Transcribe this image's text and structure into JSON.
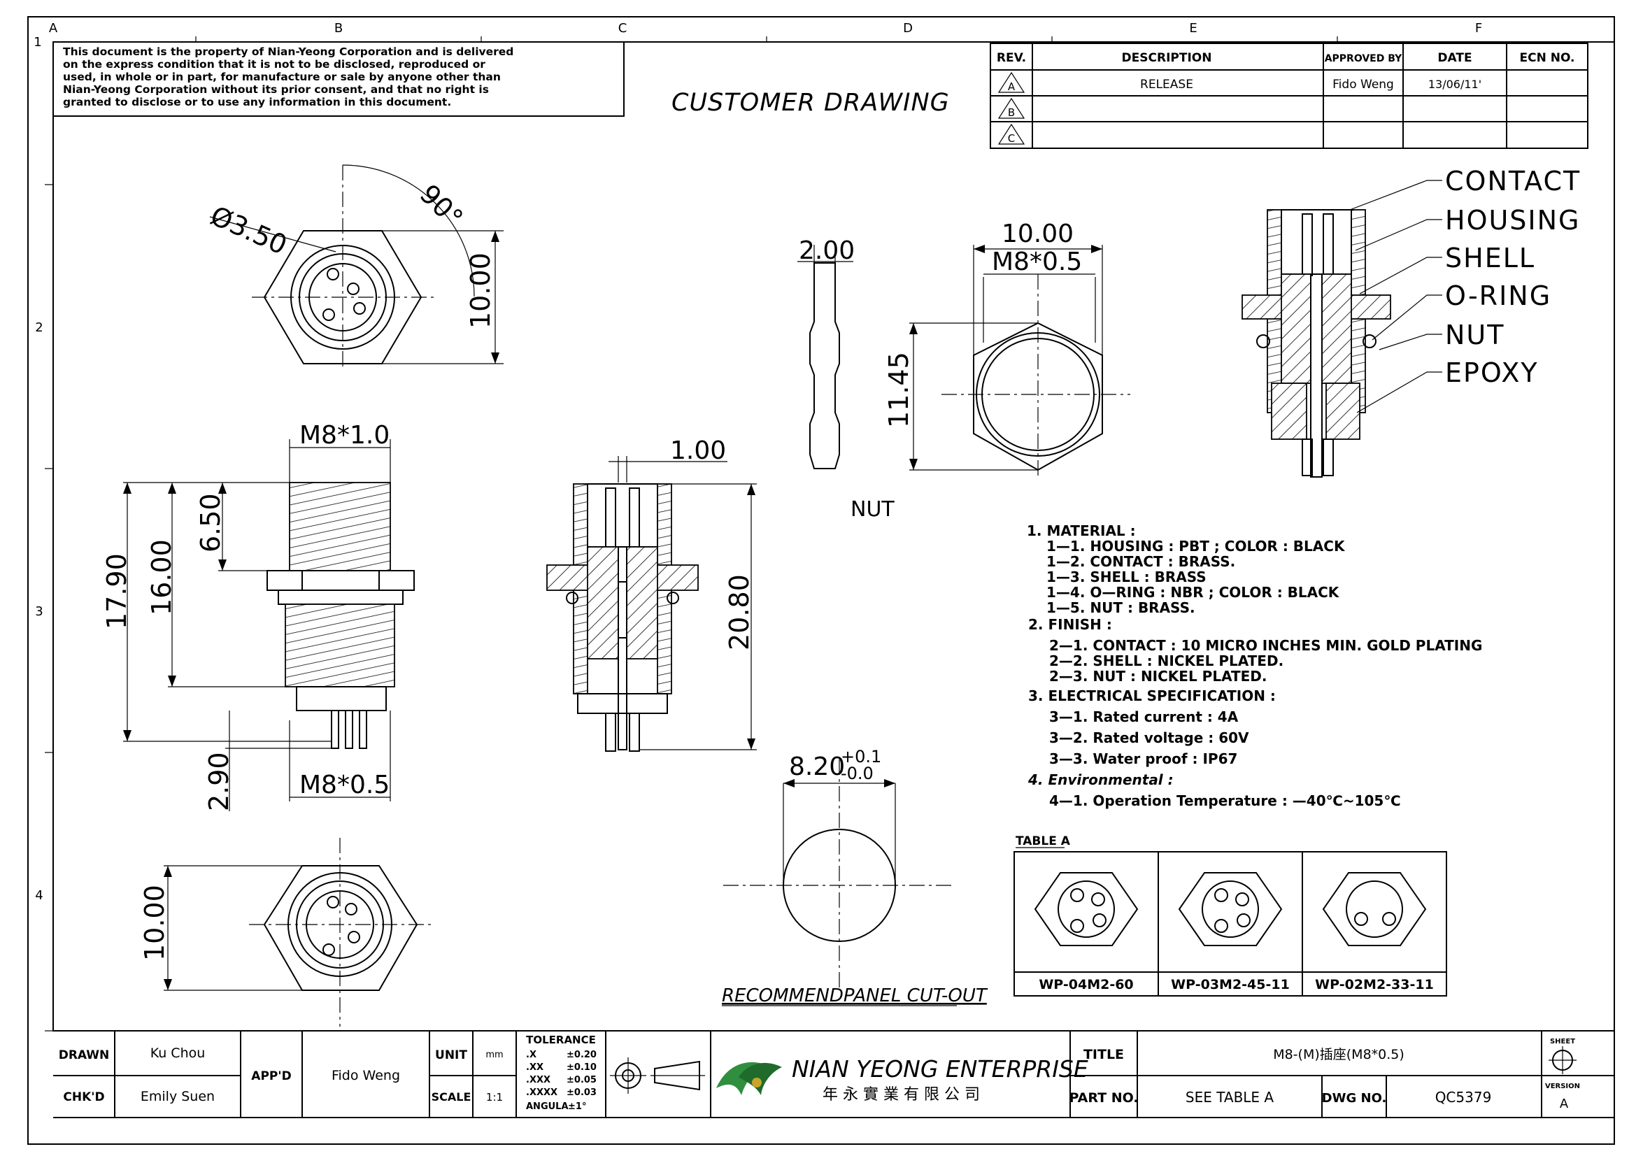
{
  "grid": {
    "cols": [
      "A",
      "B",
      "C",
      "D",
      "E",
      "F"
    ],
    "rows": [
      "1",
      "2",
      "3",
      "4"
    ]
  },
  "notice": [
    "This document is the property of Nian-Yeong Corporation and is delivered",
    "on  the   express condition that it is not to be disclosed, reproduced or",
    "used, in whole or in part, for manufacture or sale by anyone other than",
    "Nian-Yeong Corporation without  its prior consent, and that  no right  is",
    "granted to disclose or to use any information in this  document."
  ],
  "title_main": "CUSTOMER  DRAWING",
  "revision": {
    "headers": [
      "REV.",
      "DESCRIPTION",
      "APPROVED BY",
      "DATE",
      "ECN NO."
    ],
    "rows": [
      {
        "rev": "A",
        "desc": "RELEASE",
        "approved": "Fido  Weng",
        "date": "13/06/11'",
        "ecn": ""
      },
      {
        "rev": "B",
        "desc": "",
        "approved": "",
        "date": "",
        "ecn": ""
      },
      {
        "rev": "C",
        "desc": "",
        "approved": "",
        "date": "",
        "ecn": ""
      }
    ]
  },
  "dimensions": {
    "top_dia": "Ø3.50",
    "top_angle": "90°",
    "top_height": "10.00",
    "side_thread_top": "M8*1.0",
    "side_650": "6.50",
    "side_1790": "17.90",
    "side_1600": "16.00",
    "side_290": "2.90",
    "side_thread_bot": "M8*0.5",
    "sec_100": "1.00",
    "sec_2080": "20.80",
    "nut_thk": "2.00",
    "nut_w": "10.00",
    "nut_thread": "M8*0.5",
    "nut_h": "11.45",
    "nut_label": "NUT",
    "cut_dia": "8.20",
    "cut_tol_up": "+0.1",
    "cut_tol_dn": "-0.0",
    "cut_label": "RECOMMENDPANEL  CUT-OUT",
    "bot_height": "10.00"
  },
  "callouts": [
    "CONTACT",
    "HOUSING",
    "SHELL",
    "O-RING",
    "NUT",
    "EPOXY"
  ],
  "notes": [
    {
      "indent": 0,
      "text": "1.  MATERIAL  :"
    },
    {
      "indent": 1,
      "text": "1—1.  HOUSING  :  PBT  ;  COLOR  :  BLACK"
    },
    {
      "indent": 1,
      "text": "1—2.  CONTACT  :     BRASS."
    },
    {
      "indent": 1,
      "text": "1—3.  SHELL  :  BRASS"
    },
    {
      "indent": 1,
      "text": "1—4.  O—RING  :  NBR  ;  COLOR  :  BLACK"
    },
    {
      "indent": 1,
      "text": "1—5.  NUT  :  BRASS."
    },
    {
      "indent": 0,
      "text": "2.  FINISH  :"
    },
    {
      "indent": 2,
      "text": "2—1.  CONTACT  :  10  MICRO  INCHES  MIN.  GOLD  PLATING"
    },
    {
      "indent": 2,
      "text": "2—2.  SHELL  :  NICKEL  PLATED."
    },
    {
      "indent": 2,
      "text": "2—3.  NUT  :  NICKEL  PLATED."
    },
    {
      "indent": 0,
      "text": "3.  ELECTRICAL  SPECIFICATION  :"
    },
    {
      "indent": 2,
      "text": "3—1.  Rated  current  :  4A"
    },
    {
      "indent": 2,
      "text": "3—2.  Rated  voltage  :  60V"
    },
    {
      "indent": 2,
      "text": "3—3.  Water  proof  :  IP67"
    },
    {
      "indent": 0,
      "text": "4.  Environmental  :"
    },
    {
      "indent": 2,
      "text": "4—1.  Operation  Temperature  :  —40℃~105℃"
    }
  ],
  "table_a": {
    "title": "TABLE A",
    "cells": [
      {
        "label": "WP-04M2-60",
        "pins": 4
      },
      {
        "label": "WP-03M2-45-11",
        "pins": 4
      },
      {
        "label": "WP-02M2-33-11",
        "pins": 2
      }
    ]
  },
  "title_block": {
    "drawn_lbl": "DRAWN",
    "drawn": "Ku Chou",
    "chkd_lbl": "CHK'D",
    "chkd": "Emily Suen",
    "appd_lbl": "APP'D",
    "appd": "Fido Weng",
    "unit_lbl": "UNIT",
    "unit": "mm",
    "scale_lbl": "SCALE",
    "scale": "1:1",
    "tol_title": "TOLERANCE",
    "tol": [
      {
        "k": ".X",
        "v": "±0.20"
      },
      {
        "k": ".XX",
        "v": "±0.10"
      },
      {
        "k": ".XXX",
        "v": "±0.05"
      },
      {
        "k": ".XXXX",
        "v": "±0.03"
      },
      {
        "k": "ANGULA",
        "v": "±1°"
      }
    ],
    "company": "NIAN YEONG ENTERPRISE",
    "company_cn": "年 永 實 業 有 限 公 司",
    "title_lbl": "TITLE",
    "title": "M8-(M)插座(M8*0.5)",
    "part_lbl": "PART NO.",
    "part": "SEE TABLE A",
    "dwg_lbl": "DWG NO.",
    "dwg": "QC5379",
    "sheet_lbl": "SHEET",
    "version_lbl": "VERSION",
    "version": "A"
  }
}
